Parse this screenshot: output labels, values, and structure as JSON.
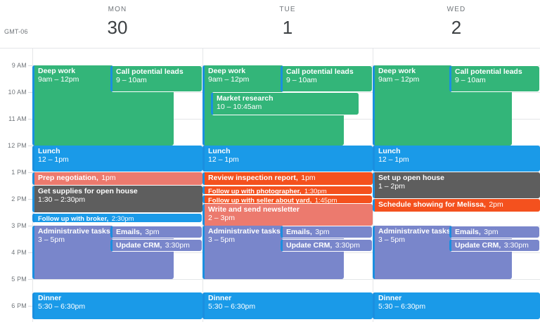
{
  "timezone_label": "GMT-06",
  "days": [
    {
      "dow": "MON",
      "date": "30"
    },
    {
      "dow": "TUE",
      "date": "1"
    },
    {
      "dow": "WED",
      "date": "2"
    }
  ],
  "time_labels": [
    "9 AM",
    "10 AM",
    "11 AM",
    "12 PM",
    "1 PM",
    "2 PM",
    "3 PM",
    "4 PM",
    "5 PM",
    "6 PM"
  ],
  "colors": {
    "green": "#33b579",
    "blue": "#1a9ae8",
    "salmon": "#ec7a6e",
    "orange": "#f4511e",
    "gray": "#5e5e5e",
    "purple": "#7986cb",
    "accent_border": "#1a8fe0",
    "grid_line": "#e4e6e8",
    "label_text": "#70757a",
    "date_text": "#3c4043"
  },
  "events": {
    "mon": [
      {
        "title": "Deep work",
        "time": "9am – 12pm",
        "color": "green"
      },
      {
        "title": "Call potential leads",
        "time": "9 – 10am",
        "color": "green"
      },
      {
        "title": "Lunch",
        "time": "12 – 1pm",
        "color": "blue"
      },
      {
        "title": "Prep negotiation,",
        "time": "1pm",
        "color": "salmon"
      },
      {
        "title": "Get supplies for open house",
        "time": "1:30 – 2:30pm",
        "color": "gray"
      },
      {
        "title": "Follow up with broker,",
        "time": "2:30pm",
        "color": "blue"
      },
      {
        "title": "Administrative tasks",
        "time": "3 – 5pm",
        "color": "purple"
      },
      {
        "title": "Emails,",
        "time": "3pm",
        "color": "purple"
      },
      {
        "title": "Update CRM,",
        "time": "3:30pm",
        "color": "purple"
      },
      {
        "title": "Dinner",
        "time": "5:30 – 6:30pm",
        "color": "blue"
      }
    ],
    "tue": [
      {
        "title": "Deep work",
        "time": "9am – 12pm",
        "color": "green"
      },
      {
        "title": "Call potential leads",
        "time": "9 – 10am",
        "color": "green"
      },
      {
        "title": "Market research",
        "time": "10 – 10:45am",
        "color": "green"
      },
      {
        "title": "Lunch",
        "time": "12 – 1pm",
        "color": "blue"
      },
      {
        "title": "Review inspection report,",
        "time": "1pm",
        "color": "orange"
      },
      {
        "title": "Follow up with photographer,",
        "time": "1:30pm",
        "color": "orange"
      },
      {
        "title": "Follow up with seller about yard,",
        "time": "1:45pm",
        "color": "orange"
      },
      {
        "title": "Write and send newsletter",
        "time": "2 – 3pm",
        "color": "salmon"
      },
      {
        "title": "Administrative tasks",
        "time": "3 – 5pm",
        "color": "purple"
      },
      {
        "title": "Emails,",
        "time": "3pm",
        "color": "purple"
      },
      {
        "title": "Update CRM,",
        "time": "3:30pm",
        "color": "purple"
      },
      {
        "title": "Dinner",
        "time": "5:30 – 6:30pm",
        "color": "blue"
      }
    ],
    "wed": [
      {
        "title": "Deep work",
        "time": "9am – 12pm",
        "color": "green"
      },
      {
        "title": "Call potential leads",
        "time": "9 – 10am",
        "color": "green"
      },
      {
        "title": "Lunch",
        "time": "12 – 1pm",
        "color": "blue"
      },
      {
        "title": "Set up open house",
        "time": "1 – 2pm",
        "color": "gray"
      },
      {
        "title": "Schedule showing for Melissa,",
        "time": "2pm",
        "color": "orange"
      },
      {
        "title": "Administrative tasks",
        "time": "3 – 5pm",
        "color": "purple"
      },
      {
        "title": "Emails,",
        "time": "3pm",
        "color": "purple"
      },
      {
        "title": "Update CRM,",
        "time": "3:30pm",
        "color": "purple"
      },
      {
        "title": "Dinner",
        "time": "5:30 – 6:30pm",
        "color": "blue"
      }
    ]
  }
}
